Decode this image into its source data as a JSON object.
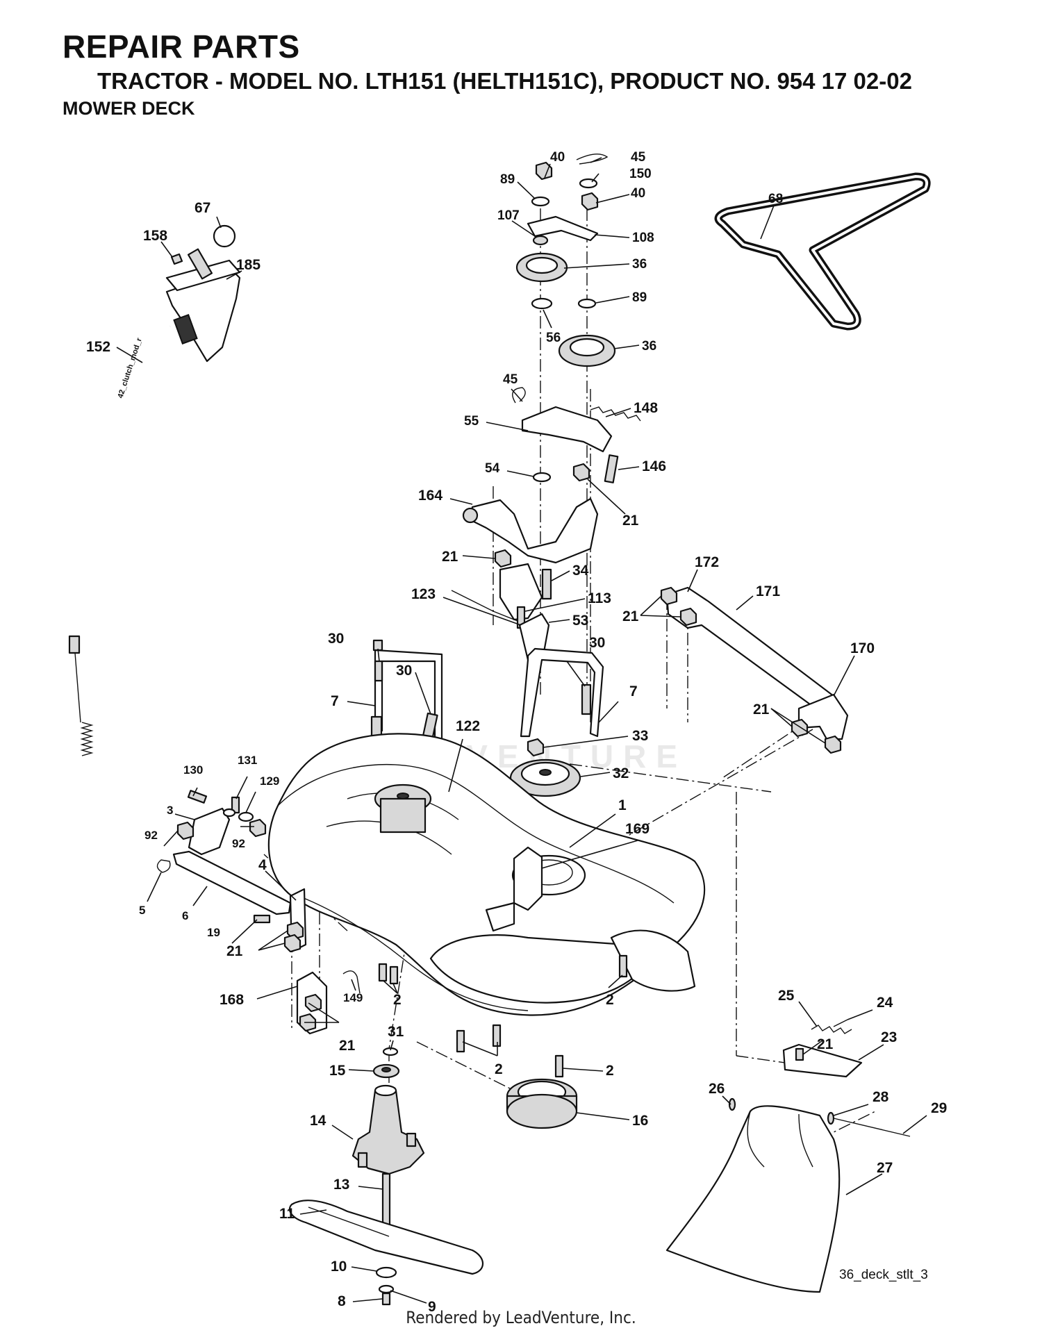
{
  "header": {
    "title": "REPAIR PARTS",
    "model_line": "TRACTOR - MODEL NO. LTH151 (HELTH151C), PRODUCT NO. 954 17 02-02",
    "section": "MOWER DECK"
  },
  "watermark": "LEADVENTURE",
  "cable_label": "42_clutch_mod_r",
  "footer": {
    "diagram_ref": "36_deck_stlt_3",
    "credit": "Rendered by LeadVenture, Inc."
  },
  "callouts": {
    "c_40a": "40",
    "c_45a": "45",
    "c_89a": "89",
    "c_150": "150",
    "c_40b": "40",
    "c_107": "107",
    "c_108": "108",
    "c_36a": "36",
    "c_89b": "89",
    "c_56": "56",
    "c_36b": "36",
    "c_68": "68",
    "c_67": "67",
    "c_158": "158",
    "c_185": "185",
    "c_152": "152",
    "c_45b": "45",
    "c_148": "148",
    "c_55": "55",
    "c_54": "54",
    "c_146": "146",
    "c_164": "164",
    "c_21a": "21",
    "c_21b": "21",
    "c_34": "34",
    "c_123": "123",
    "c_113": "113",
    "c_53": "53",
    "c_172": "172",
    "c_171": "171",
    "c_21c": "21",
    "c_170": "170",
    "c_21d": "21",
    "c_30a": "30",
    "c_30b": "30",
    "c_30c": "30",
    "c_7a": "7",
    "c_7b": "7",
    "c_122": "122",
    "c_33": "33",
    "c_32": "32",
    "c_1": "1",
    "c_169": "169",
    "c_130": "130",
    "c_131": "131",
    "c_129": "129",
    "c_3": "3",
    "c_92a": "92",
    "c_92b": "92",
    "c_5": "5",
    "c_6": "6",
    "c_4": "4",
    "c_19": "19",
    "c_21e": "21",
    "c_168": "168",
    "c_149": "149",
    "c_2a": "2",
    "c_21f": "21",
    "c_2b": "2",
    "c_2c": "2",
    "c_2d": "2",
    "c_31": "31",
    "c_15": "15",
    "c_14": "14",
    "c_16": "16",
    "c_13": "13",
    "c_11": "11",
    "c_10": "10",
    "c_8": "8",
    "c_9": "9",
    "c_25": "25",
    "c_24": "24",
    "c_21g": "21",
    "c_23": "23",
    "c_26": "26",
    "c_28": "28",
    "c_29": "29",
    "c_27": "27"
  }
}
